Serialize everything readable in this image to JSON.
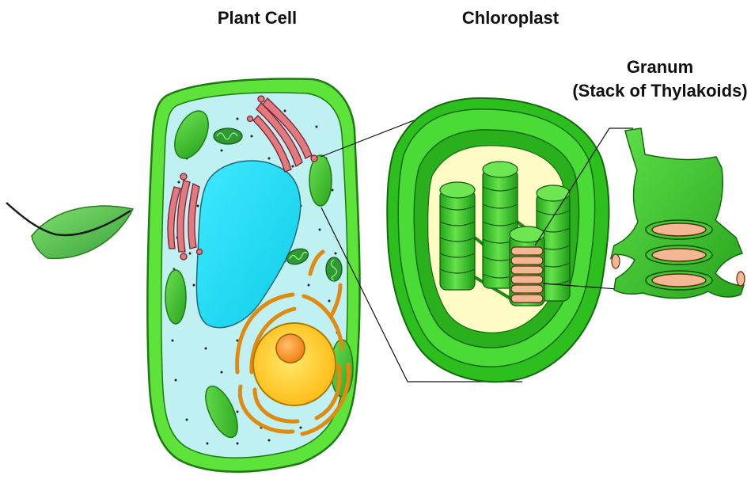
{
  "labels": {
    "plant_cell": "Plant Cell",
    "chloroplast": "Chloroplast",
    "granum_title": "Granum",
    "granum_subtitle": "(Stack of Thylakoids)"
  },
  "colors": {
    "cell_wall": "#5ee33a",
    "cell_wall_outline": "#1e7a12",
    "cytoplasm": "#bff0f2",
    "vacuole": "#19dcf5",
    "chloroplast_green": "#3fcb2a",
    "chloroplast_dark": "#1f9b17",
    "stroma": "#fffbc4",
    "golgi": "#e07a7f",
    "nucleus": "#ffc519",
    "nucleolus": "#ff9a14",
    "er": "#f2a326",
    "mitochondria": "#38a33a",
    "thylakoid_disc": "#f3b893",
    "leaf": "#58c24e"
  },
  "icons": [
    "leaf-icon"
  ]
}
